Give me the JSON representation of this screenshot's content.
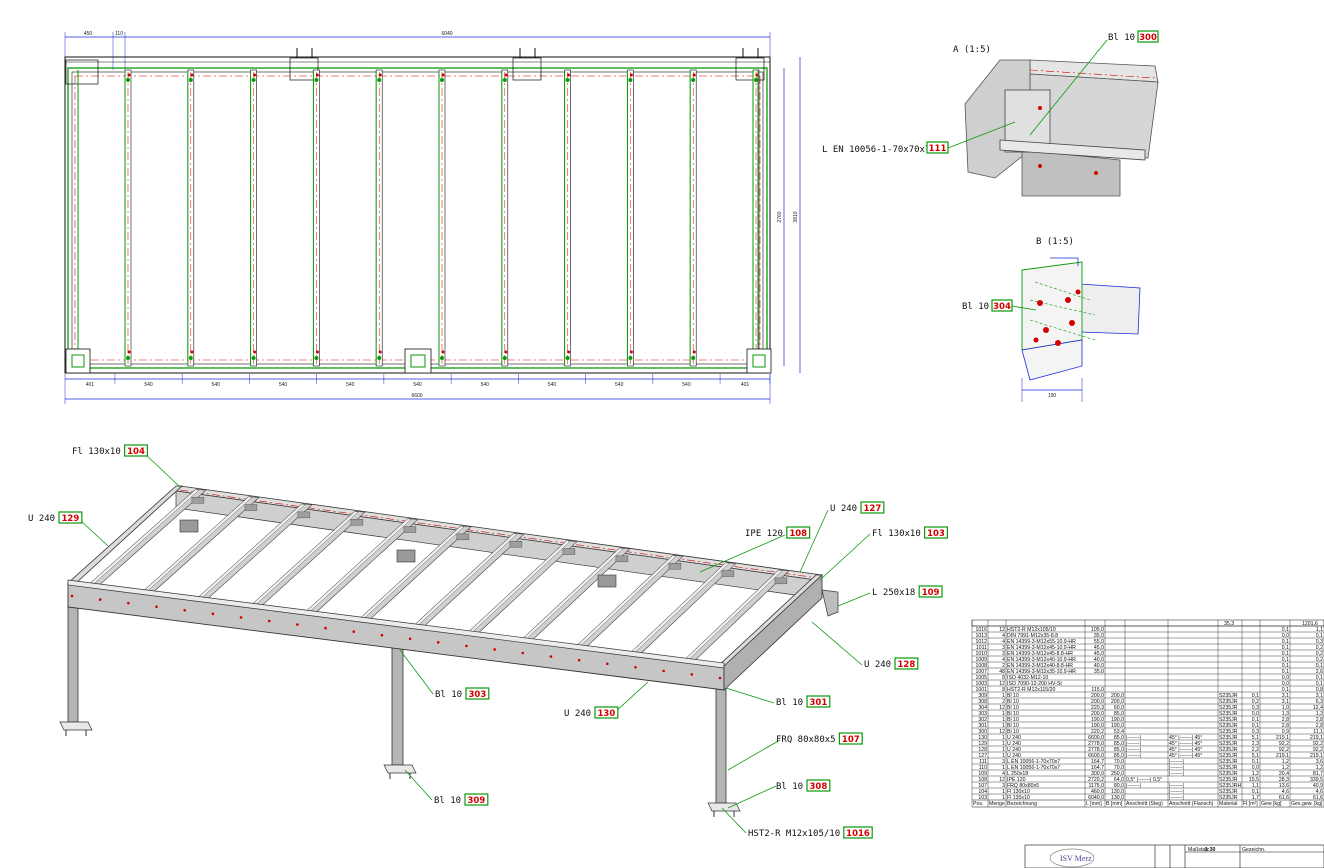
{
  "plan": {
    "dims_top": [
      "450",
      "110",
      "6040"
    ],
    "dims_bottom": [
      "401",
      "540",
      "540",
      "540",
      "540",
      "540",
      "540",
      "540",
      "540",
      "540",
      "401"
    ],
    "dim_total": "6600",
    "dims_right": [
      "2760",
      "3810"
    ]
  },
  "detail_a": {
    "title": "A (1:5)",
    "label_b110": "Bl 10",
    "badge_300": "300",
    "label_l": "L EN 10056-1-70x70x7",
    "badge_111": "111"
  },
  "detail_b": {
    "title": "B (1:5)",
    "label": "Bl 10",
    "badge": "304",
    "dim": "190"
  },
  "iso": {
    "callouts": [
      {
        "text": "Fl 130x10",
        "badge": "104"
      },
      {
        "text": "U 240",
        "badge": "129"
      },
      {
        "text": "U 240",
        "badge": "127"
      },
      {
        "text": "IPE 120",
        "badge": "108"
      },
      {
        "text": "Fl 130x10",
        "badge": "103"
      },
      {
        "text": "L 250x18",
        "badge": "109"
      },
      {
        "text": "U 240",
        "badge": "128"
      },
      {
        "text": "Bl 10",
        "badge": "303"
      },
      {
        "text": "U 240",
        "badge": "130"
      },
      {
        "text": "Bl 10",
        "badge": "301"
      },
      {
        "text": "FRQ 80x80x5",
        "badge": "107"
      },
      {
        "text": "Bl 10",
        "badge": "308"
      },
      {
        "text": "Bl 10",
        "badge": "309"
      },
      {
        "text": "HST2-R M12x105/10",
        "badge": "1016"
      }
    ]
  },
  "bom": {
    "header_top": [
      "35,3",
      "1201,6"
    ],
    "columns": [
      "Pos.",
      "Menge",
      "Bezeichnung",
      "L [mm]",
      "B [mm]",
      "Anschnitt (Steg)",
      "Anschnitt (Flansch)",
      "Material",
      "Fl [m²]",
      "Gew [kg]",
      "Ges.gew. [kg]"
    ],
    "rows": [
      [
        "1016",
        "12",
        "HST2-R M12x105/10",
        "105,0",
        "",
        "",
        "",
        "",
        "",
        "0,1",
        "1,1"
      ],
      [
        "1013",
        "4",
        "DIN 7991-M12x35-8.8",
        "35,0",
        "",
        "",
        "",
        "",
        "",
        "0,0",
        "0,1"
      ],
      [
        "1012",
        "4",
        "EN 14399-3-M12x55-10.9-HR",
        "55,0",
        "",
        "",
        "",
        "",
        "",
        "0,1",
        "0,3"
      ],
      [
        "1011",
        "3",
        "EN 14399-3-M12x45-10.9-HR",
        "45,0",
        "",
        "",
        "",
        "",
        "",
        "0,1",
        "0,2"
      ],
      [
        "1010",
        "3",
        "EN 14399-3-M12x45-8.8-HR",
        "45,0",
        "",
        "",
        "",
        "",
        "",
        "0,1",
        "0,2"
      ],
      [
        "1009",
        "4",
        "EN 14399-3-M12x40-10.9-HR",
        "40,0",
        "",
        "",
        "",
        "",
        "",
        "0,1",
        "0,2"
      ],
      [
        "1008",
        "2",
        "EN 14399-3-M12x40-8.8-HR",
        "40,0",
        "",
        "",
        "",
        "",
        "",
        "0,1",
        "0,1"
      ],
      [
        "1007",
        "48",
        "EN 14399-3-M12x35-10.9-HR",
        "35,0",
        "",
        "",
        "",
        "",
        "",
        "0,1",
        "2,6"
      ],
      [
        "1005",
        "8",
        "ISO 4032-M12-10",
        "",
        "",
        "",
        "",
        "",
        "",
        "0,0",
        "0,1"
      ],
      [
        "1003",
        "12",
        "ISO 7090-12-200 HV-St",
        "",
        "",
        "",
        "",
        "",
        "",
        "0,0",
        "0,1"
      ],
      [
        "1001",
        "8",
        "HST2-R M12x115/20",
        "115,0",
        "",
        "",
        "",
        "",
        "",
        "0,1",
        "0,8"
      ],
      [
        "309",
        "1",
        "Bl 10",
        "200,0",
        "200,0",
        "",
        "",
        "S235JR",
        "0,1",
        "3,1",
        "3,1"
      ],
      [
        "308",
        "2",
        "Bl 10",
        "200,0",
        "200,0",
        "",
        "",
        "S235JR",
        "0,2",
        "3,1",
        "6,3"
      ],
      [
        "304",
        "12",
        "Bl 10",
        "220,3",
        "60,0",
        "",
        "",
        "S235JR",
        "0,3",
        "1,0",
        "12,4"
      ],
      [
        "303",
        "1",
        "Bl 10",
        "200,0",
        "85,0",
        "",
        "",
        "S235JR",
        "0,0",
        "1,3",
        "1,3"
      ],
      [
        "302",
        "1",
        "Bl 10",
        "190,0",
        "190,0",
        "",
        "",
        "S235JR",
        "0,1",
        "2,8",
        "2,8"
      ],
      [
        "301",
        "1",
        "Bl 10",
        "190,0",
        "190,0",
        "",
        "",
        "S235JR",
        "0,1",
        "2,8",
        "2,8"
      ],
      [
        "300",
        "12",
        "Bl 10",
        "220,2",
        "53,4",
        "",
        "",
        "S235JR",
        "0,3",
        "0,9",
        "11,1"
      ],
      [
        "130",
        "1",
        "U 240",
        "6600,0",
        "85,0",
        "|-------|",
        "45° |-------| 45°",
        "S235JR",
        "5,1",
        "219,1",
        "219,1"
      ],
      [
        "129",
        "1",
        "U 240",
        "2778,0",
        "85,0",
        "|-------|",
        "45° |-------| 45°",
        "S235JR",
        "2,3",
        "92,2",
        "92,2"
      ],
      [
        "128",
        "1",
        "U 240",
        "2778,0",
        "85,0",
        "|-------|",
        "45° |-------| 45°",
        "S235JR",
        "2,2",
        "92,2",
        "92,2"
      ],
      [
        "127",
        "1",
        "U 240",
        "6600,0",
        "85,0",
        "|-------|",
        "45° |-------| 45°",
        "S235JR",
        "5,1",
        "219,1",
        "219,1"
      ],
      [
        "111",
        "3",
        "L EN 10056-1-70x70x7",
        "164,7",
        "70,0",
        "",
        "|-------|",
        "S235JR",
        "0,1",
        "1,2",
        "3,6"
      ],
      [
        "110",
        "1",
        "L EN 10056-1-70x70x7",
        "164,7",
        "70,0",
        "",
        "|-------|",
        "S235JR",
        "0,0",
        "1,2",
        "1,2"
      ],
      [
        "109",
        "4",
        "L 250x18",
        "300,0",
        "250,0",
        "",
        "|-------|",
        "S235JR",
        "1,2",
        "20,4",
        "81,7"
      ],
      [
        "108",
        "12",
        "IPE 120",
        "2720,2",
        "64,0",
        "0,5° |-------| 0,5°",
        "",
        "S235JR",
        "15,5",
        "28,3",
        "339,5"
      ],
      [
        "107",
        "3",
        "FRQ 80x80x5",
        "1175,0",
        "80,0",
        "|-------|",
        "|-------|",
        "S235JRH",
        "1,1",
        "13,6",
        "40,9"
      ],
      [
        "104",
        "1",
        "Fl 130x10",
        "460,0",
        "130,0",
        "",
        "|-------|",
        "S235JR",
        "0,1",
        "4,6",
        "4,6"
      ],
      [
        "103",
        "1",
        "Fl 130x10",
        "6040,0",
        "130,0",
        "",
        "|-------|",
        "S235JR",
        "1,7",
        "61,6",
        "61,6"
      ]
    ],
    "footer": {
      "massstab_label": "Maßstab",
      "massstab_value": "1:30",
      "gezeichnet": "Gezeichn."
    },
    "logo": "ISV Merz"
  },
  "colors": {
    "green": "#0a9a0a",
    "red": "#d40000",
    "blue": "#1a2ad8",
    "gray": "#bdbdbd"
  }
}
